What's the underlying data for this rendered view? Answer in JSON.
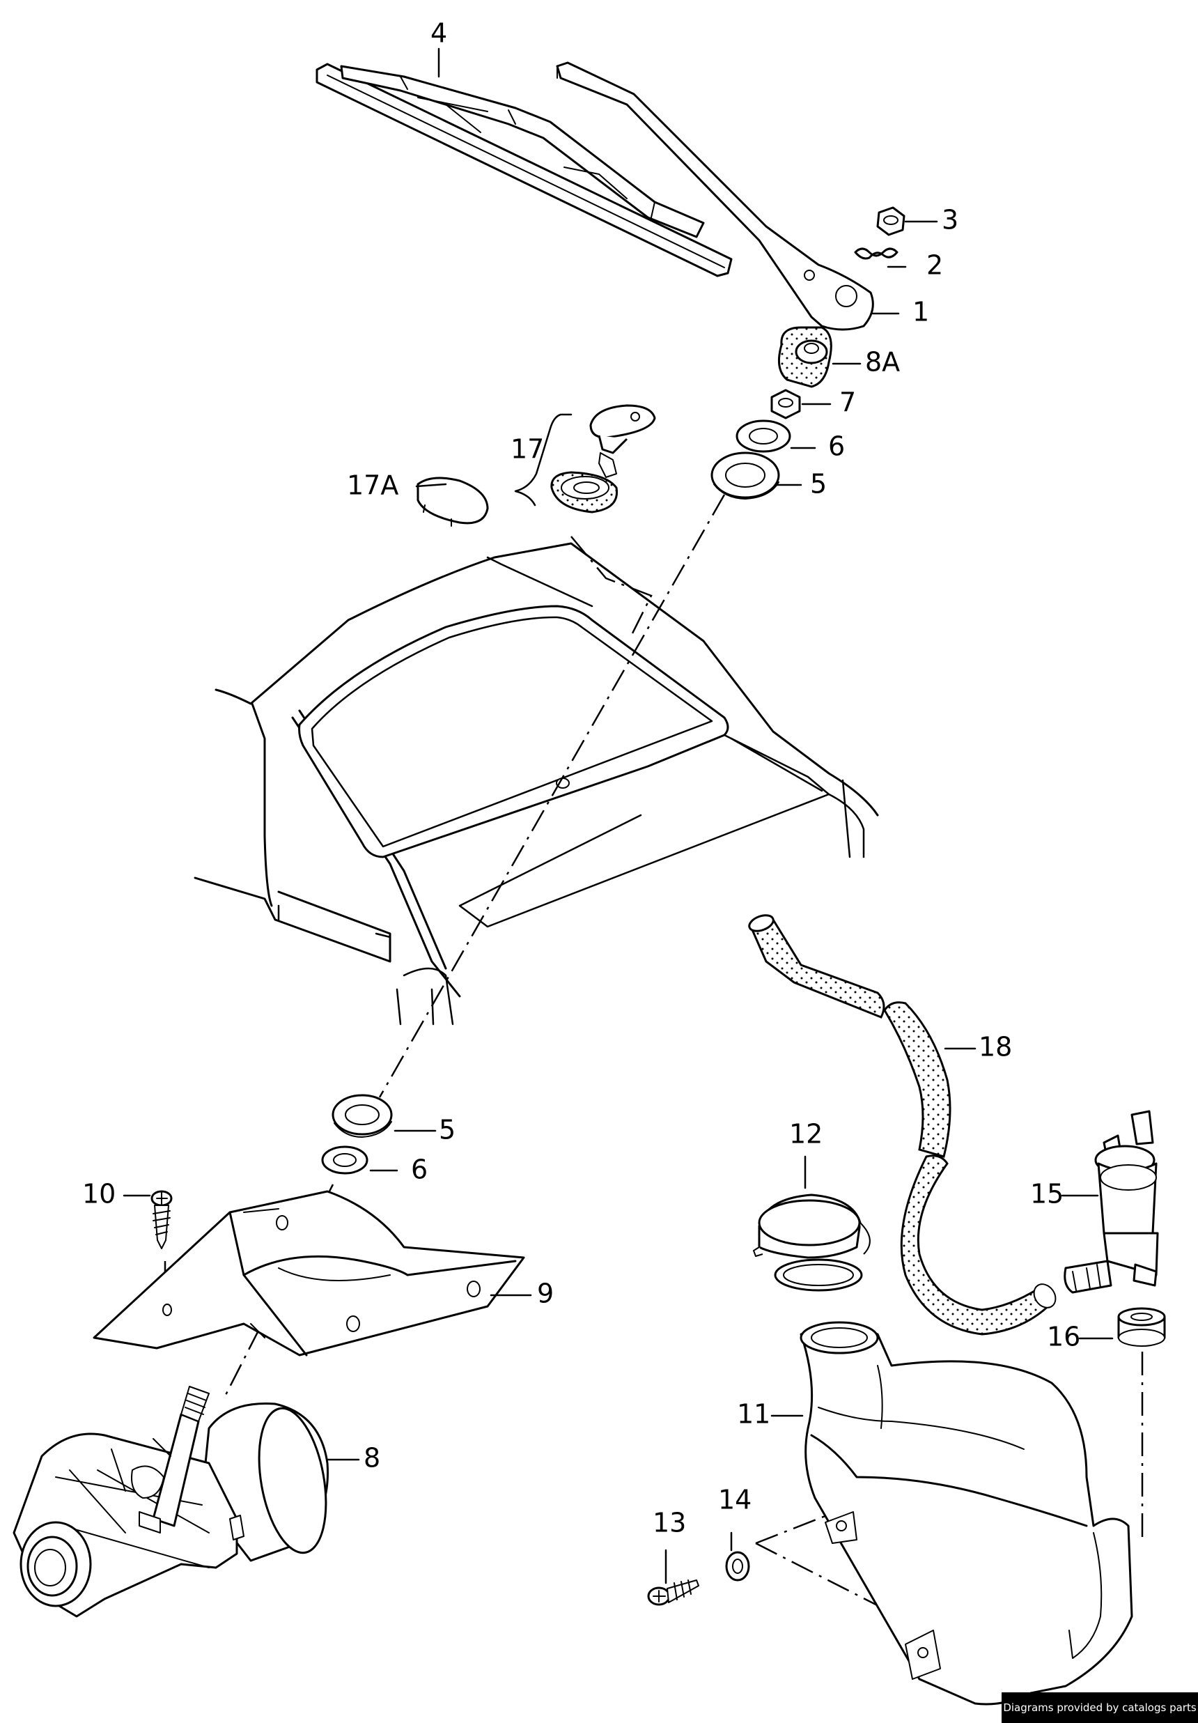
{
  "callouts": [
    {
      "id": "wiper-arm",
      "label": "1"
    },
    {
      "id": "washer",
      "label": "2"
    },
    {
      "id": "hex-nut",
      "label": "3"
    },
    {
      "id": "wiper-blade",
      "label": "4"
    },
    {
      "id": "grommet-upper",
      "label": "5"
    },
    {
      "id": "grommet-lower",
      "label": "5"
    },
    {
      "id": "washer-upper",
      "label": "6"
    },
    {
      "id": "washer-lower",
      "label": "6"
    },
    {
      "id": "nut",
      "label": "7"
    },
    {
      "id": "wiper-motor",
      "label": "8"
    },
    {
      "id": "cap",
      "label": "8A"
    },
    {
      "id": "bracket",
      "label": "9"
    },
    {
      "id": "bracket-screw",
      "label": "10"
    },
    {
      "id": "reservoir",
      "label": "11"
    },
    {
      "id": "reservoir-cap",
      "label": "12"
    },
    {
      "id": "reservoir-screw",
      "label": "13"
    },
    {
      "id": "reservoir-washer",
      "label": "14"
    },
    {
      "id": "washer-pump",
      "label": "15"
    },
    {
      "id": "pump-grommet",
      "label": "16"
    },
    {
      "id": "spray-nozzle",
      "label": "17"
    },
    {
      "id": "nozzle-cover",
      "label": "17A"
    },
    {
      "id": "hose",
      "label": "18"
    }
  ],
  "footer": {
    "credit": "Diagrams provided by catalogs parts"
  }
}
